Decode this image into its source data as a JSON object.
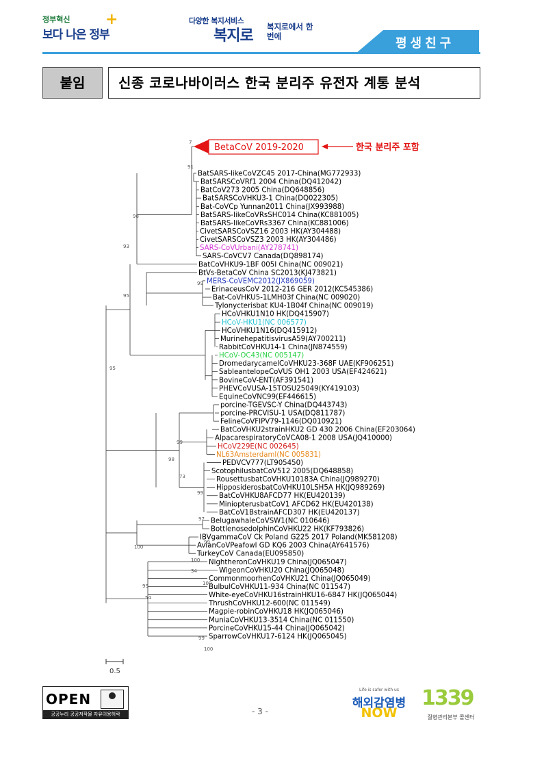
{
  "header": {
    "gov_logo_small": "정부혁신",
    "gov_logo_big": "보다 나은 정부",
    "welfare_small": "다양한 복지서비스",
    "welfare_big": "복지로",
    "welfare_right": "복지로에서 한 번에",
    "tag": "평생친구"
  },
  "title": {
    "badge": "붙임",
    "text": "신종 코로나바이러스 한국 분리주 유전자 계통 분석"
  },
  "tree": {
    "highlight_label": "BetaCoV 2019-2020",
    "annotation": "한국 분리주 포함",
    "scale_label": "0.5",
    "colors": {
      "sars": "#d636d6",
      "mers": "#2a3fbf",
      "hku1": "#27c6d6",
      "oc43": "#2fd24a",
      "hcov229e": "#d42020",
      "nl63": "#e88a20",
      "highlight": "#e31515"
    },
    "leaves": [
      {
        "name": "BatSARS-likeCoVZC45 2017-China(MG772933)",
        "color": "#000000"
      },
      {
        "name": "BatSARSCoVRf1 2004 China(DQ412042)",
        "color": "#000000"
      },
      {
        "name": "BatCoV273 2005 China(DQ648856)",
        "color": "#000000"
      },
      {
        "name": "BatSARSCoVHKU3-1 China(DQ022305)",
        "color": "#000000"
      },
      {
        "name": "Bat-CoVCp Yunnan2011  China(JX993988)",
        "color": "#000000"
      },
      {
        "name": "BatSARS-likeCoVRsSHC014 China(KC881005)",
        "color": "#000000"
      },
      {
        "name": "BatSARS-likeCoVRs3367 China(KC881006)",
        "color": "#000000"
      },
      {
        "name": "CivetSARSCoVSZ16 2003 HK(AY304488)",
        "color": "#000000"
      },
      {
        "name": "CivetSARSCoVSZ3 2003 HK(AY304486)",
        "color": "#000000"
      },
      {
        "name": "SARS-CoVUrbani(AY278741)",
        "color": "#d636d6"
      },
      {
        "name": "SARS-CoVCV7 Canada(DQ898174)",
        "color": "#000000"
      },
      {
        "name": "BatCoVHKU9-1BF 005I China(NC 009021)",
        "color": "#000000"
      },
      {
        "name": "BtVs-BetaCoV China SC2013(KJ473821)",
        "color": "#000000"
      },
      {
        "name": "MERS-CoVEMC2012(JX869059)",
        "color": "#2a3fbf"
      },
      {
        "name": "ErinaceusCoV 2012-216 GER 2012(KC545386)",
        "color": "#000000"
      },
      {
        "name": "Bat-CoVHKU5-1LMH03f China(NC 009020)",
        "color": "#000000"
      },
      {
        "name": "Tylonycterisbat  KU4-1B04f China(NC 009019)",
        "color": "#000000"
      },
      {
        "name": "HCoVHKU1N10 HK(DQ415907)",
        "color": "#000000"
      },
      {
        "name": "HCoV-HKU1(NC 006577)",
        "color": "#27c6d6"
      },
      {
        "name": "HCoVHKU1N16(DQ415912)",
        "color": "#000000"
      },
      {
        "name": "MurinehepatitisvirusA59(AY700211)",
        "color": "#000000"
      },
      {
        "name": "RabbitCoVHKU14-1 China(JN874559)",
        "color": "#000000"
      },
      {
        "name": "HCoV-OC43(NC 005147)",
        "color": "#2fd24a"
      },
      {
        "name": "DromedarycamelCoVHKU23-368F UAE(KF906251)",
        "color": "#000000"
      },
      {
        "name": "SableantelopeCoVUS OH1 2003 USA(EF424621)",
        "color": "#000000"
      },
      {
        "name": "BovineCoV-ENT(AF391541)",
        "color": "#000000"
      },
      {
        "name": "PHEVCoVUSA-15TOSU25049(KY419103)",
        "color": "#000000"
      },
      {
        "name": "EquineCoVNC99(EF446615)",
        "color": "#000000"
      },
      {
        "name": "porcine-TGEVSC-Y China(DQ443743)",
        "color": "#000000"
      },
      {
        "name": "porcine-PRCVISU-1 USA(DQ811787)",
        "color": "#000000"
      },
      {
        "name": "FelineCoVFIPV79-1146(DQ010921)",
        "color": "#000000"
      },
      {
        "name": "BatCoVHKU2strainHKU2 GD 430 2006 China(EF203064)",
        "color": "#000000"
      },
      {
        "name": "AlpacarespiratoryCoVCA08-1 2008 USA(JQ410000)",
        "color": "#000000"
      },
      {
        "name": "HCoV229E(NC 002645)",
        "color": "#d42020"
      },
      {
        "name": "NL63Amsterdaml(NC 005831)",
        "color": "#e88a20"
      },
      {
        "name": "PEDVCV777(LT905450)",
        "color": "#000000"
      },
      {
        "name": "ScotophilusbatCoV512 2005(DQ648858)",
        "color": "#000000"
      },
      {
        "name": "RousettusbatCoVHKU10183A China(JQ989270)",
        "color": "#000000"
      },
      {
        "name": "HipposiderosbatCoVHKU10LSH5A HK(JQ989269)",
        "color": "#000000"
      },
      {
        "name": "BatCoVHKU8AFCD77 HK(EU420139)",
        "color": "#000000"
      },
      {
        "name": "MiniopterusbatCoV1 AFCD62 HK(EU420138)",
        "color": "#000000"
      },
      {
        "name": "BatCoV1BstrainAFCD307 HK(EU420137)",
        "color": "#000000"
      },
      {
        "name": "BelugawhaleCoVSW1(NC 010646)",
        "color": "#000000"
      },
      {
        "name": "BottlenosedolphinCoVHKU22 HK(KF793826)",
        "color": "#000000"
      },
      {
        "name": "IBVgammaCoV Ck Poland G225 2017 Poland(MK581208)",
        "color": "#000000"
      },
      {
        "name": "AvianCoVPeafowl GD KQ6 2003 China(AY641576)",
        "color": "#000000"
      },
      {
        "name": "TurkeyCoV  Canada(EU095850)",
        "color": "#000000"
      },
      {
        "name": "NightheronCoVHKU19 China(JQ065047)",
        "color": "#000000"
      },
      {
        "name": "WigeonCoVHKU20 China(JQ065048)",
        "color": "#000000"
      },
      {
        "name": "CommonmoorhenCoVHKU21 China(JQ065049)",
        "color": "#000000"
      },
      {
        "name": "BulbulCoVHKU11-934 China(NC 011547)",
        "color": "#000000"
      },
      {
        "name": "White-eyeCoVHKU16strainHKU16-6847 HK(JQ065044)",
        "color": "#000000"
      },
      {
        "name": "ThrushCoVHKU12-600(NC  011549)",
        "color": "#000000"
      },
      {
        "name": "Magpie-robinCoVHKU18 HK(JQ065046)",
        "color": "#000000"
      },
      {
        "name": "MuniaCoVHKU13-3514 China(NC 011550)",
        "color": "#000000"
      },
      {
        "name": "PorcineCoVHKU15-44 China(JQ065042)",
        "color": "#000000"
      },
      {
        "name": "SparrowCoVHKU17-6124 HK(JQ065045)",
        "color": "#000000"
      }
    ],
    "bootstrap": [
      "7",
      "91",
      "98",
      "93",
      "95",
      "99",
      "99",
      "98",
      "73",
      "95",
      "99",
      "97",
      "99",
      "100",
      "100",
      "100",
      "34",
      "99",
      "54",
      "99",
      "100"
    ]
  },
  "footer": {
    "open_text": "OPEN",
    "open_small": "공공누리  공공저작물 자유이용허락",
    "page_num": "- 3 -",
    "now_small": "Life is safer with us",
    "now_big": "해외감염병",
    "now_word": "NOW",
    "call_number": "1339",
    "call_label": "질병관리본부 콜센터"
  }
}
